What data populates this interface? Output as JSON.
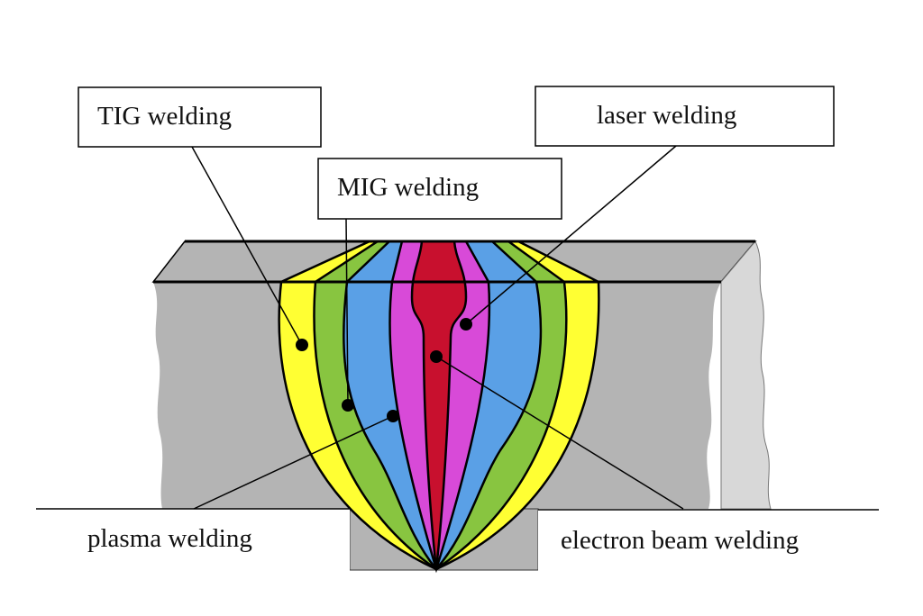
{
  "labels": {
    "tig": "TIG welding",
    "mig": "MIG welding",
    "laser": "laser welding",
    "plasma": "plasma welding",
    "electron_beam": "electron beam welding"
  },
  "colors": {
    "plate": "#b4b4b4",
    "plate_side": "#d8d8d8",
    "tig": "#ffff33",
    "mig": "#88c540",
    "plasma": "#5aa0e6",
    "laser": "#d84ad8",
    "electron_beam": "#c8102e"
  }
}
